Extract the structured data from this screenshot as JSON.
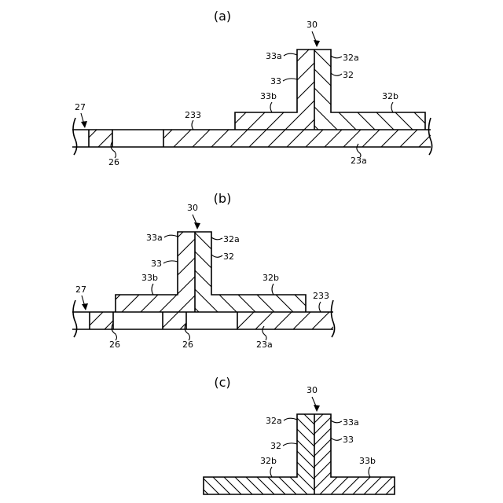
{
  "panels": {
    "a": {
      "caption": "(a)",
      "labels": {
        "l30": "30",
        "l33a": "33a",
        "l32a": "32a",
        "l33": "33",
        "l32": "32",
        "l33b": "33b",
        "l32b": "32b",
        "l27": "27",
        "l233": "233",
        "l26": "26",
        "l23a": "23a"
      }
    },
    "b": {
      "caption": "(b)",
      "labels": {
        "l30": "30",
        "l33a": "33a",
        "l32a": "32a",
        "l33": "33",
        "l32": "32",
        "l33b": "33b",
        "l32b": "32b",
        "l27": "27",
        "l233": "233",
        "l26_1": "26",
        "l26_2": "26",
        "l23a": "23a"
      }
    },
    "c": {
      "caption": "(c)",
      "labels": {
        "l30": "30",
        "l32a": "32a",
        "l33a": "33a",
        "l32": "32",
        "l33": "33",
        "l32b": "32b",
        "l33b": "33b"
      }
    }
  }
}
